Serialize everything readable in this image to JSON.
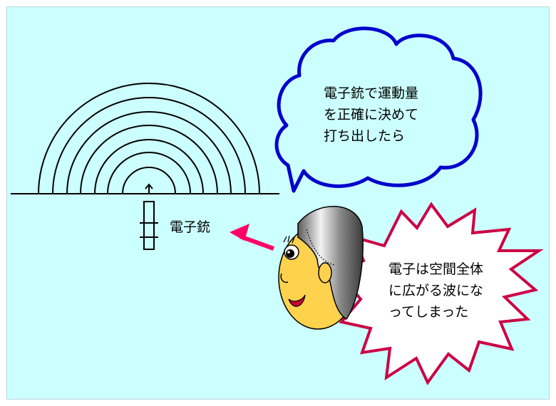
{
  "gun_label": "電子銃",
  "cloud": {
    "lines": [
      "電子銃で運動量",
      "を正確に決めて",
      "打ち出したら"
    ],
    "border_color": "#0000cc",
    "fill_color": "#ccffff"
  },
  "burst": {
    "lines": [
      "電子は空間全体",
      "に広がる波にな",
      "ってしまった"
    ],
    "border_color": "#cc0044",
    "fill_color": "#ffffff"
  },
  "colors": {
    "background": "#ccffff",
    "arrow": "#ff0066",
    "wave": "#000000"
  },
  "icons": {
    "character": "cartoon-face-character",
    "arrow": "pink-arrow"
  }
}
